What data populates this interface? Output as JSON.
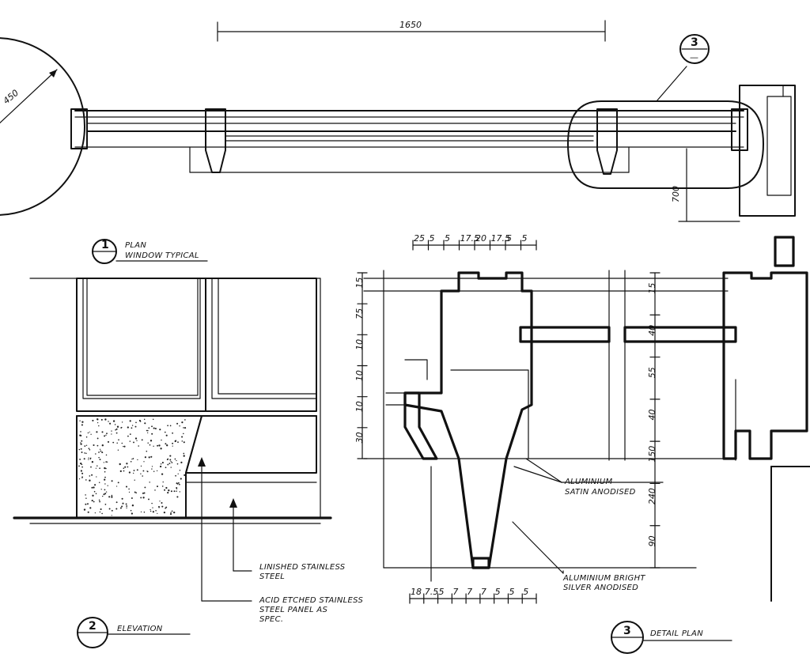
{
  "dimensions": {
    "plan_length": "1650",
    "plan_radius": "450",
    "plan_height": "700",
    "top_chain": [
      "25",
      "5",
      "5",
      "17.5",
      "20",
      "17.5",
      "5",
      "5"
    ],
    "left_chain": [
      "15",
      "75",
      "10",
      "10",
      "10",
      "30"
    ],
    "right_chain": [
      "15",
      "40",
      "55",
      "40",
      "150",
      "240",
      "90"
    ],
    "bottom_chain": [
      "18",
      "7.5",
      "5",
      "7",
      "7",
      "7",
      "5",
      "5",
      "5"
    ]
  },
  "views": {
    "plan": {
      "number": "1",
      "title_line1": "PLAN",
      "title_line2": "WINDOW TYPICAL"
    },
    "elevation": {
      "number": "2",
      "title": "ELEVATION"
    },
    "detail": {
      "number": "3",
      "title": "DETAIL PLAN"
    },
    "callout": {
      "number": "3",
      "sheet": "—"
    }
  },
  "notes": {
    "linished": [
      "LINISHED STAINLESS",
      "STEEL"
    ],
    "acid_etched": [
      "ACID ETCHED STAINLESS",
      "STEEL PANEL AS",
      "SPEC."
    ],
    "satin": [
      "ALUMINIUM",
      "SATIN ANODISED"
    ],
    "bright": [
      "ALUMINIUM BRIGHT",
      "SILVER ANODISED"
    ]
  }
}
